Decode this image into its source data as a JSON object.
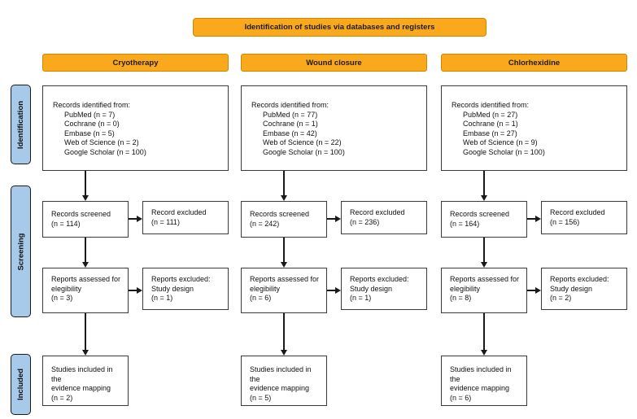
{
  "banner": "Identification of studies via databases and registers",
  "stages": [
    {
      "label": "Identification"
    },
    {
      "label": "Screening"
    },
    {
      "label": "Included"
    }
  ],
  "colors": {
    "accent-orange": "#F9A91B",
    "accent-orange-border": "#C98A00",
    "stage-blue": "#A7C9EA",
    "line-dark": "#1a1a1a"
  },
  "columns": [
    {
      "header": "Cryotherapy",
      "identified": {
        "title": "Records identified from:",
        "sources": [
          "PubMed (n = 7)",
          "Cochrane (n = 0)",
          "Embase (n = 5)",
          "Web of Science (n = 2)",
          "Google Scholar (n = 100)"
        ]
      },
      "screened": {
        "lines": [
          "Records screened",
          "(n = 114)"
        ]
      },
      "screened_excluded": {
        "lines": [
          "Record excluded",
          "(n = 111)"
        ]
      },
      "assessed": {
        "lines": [
          "Reports assessed for",
          "elegibility",
          "(n = 3)"
        ]
      },
      "assessed_excluded": {
        "lines": [
          "Reports excluded:",
          "Study design",
          "(n = 1)"
        ]
      },
      "included": {
        "lines": [
          "Studies included in the",
          "evidence mapping",
          "(n = 2)"
        ]
      }
    },
    {
      "header": "Wound closure",
      "identified": {
        "title": "Records identified from:",
        "sources": [
          "PubMed (n = 77)",
          "Cochrane (n = 1)",
          "Embase (n = 42)",
          "Web of Science (n = 22)",
          "Google Scholar (n = 100)"
        ]
      },
      "screened": {
        "lines": [
          "Records screened",
          "(n = 242)"
        ]
      },
      "screened_excluded": {
        "lines": [
          "Record excluded",
          "(n = 236)"
        ]
      },
      "assessed": {
        "lines": [
          "Reports assessed for",
          "elegibility",
          "(n = 6)"
        ]
      },
      "assessed_excluded": {
        "lines": [
          "Reports excluded:",
          "Study design",
          "(n = 1)"
        ]
      },
      "included": {
        "lines": [
          "Studies included in the",
          "evidence mapping",
          "(n = 5)"
        ]
      }
    },
    {
      "header": "Chlorhexidine",
      "identified": {
        "title": "Records identified from:",
        "sources": [
          "PubMed (n = 27)",
          "Cochrane (n = 1)",
          "Embase (n = 27)",
          "Web of Science (n = 9)",
          "Google Scholar (n = 100)"
        ]
      },
      "screened": {
        "lines": [
          "Records screened",
          "(n = 164)"
        ]
      },
      "screened_excluded": {
        "lines": [
          "Record excluded",
          "(n = 156)"
        ]
      },
      "assessed": {
        "lines": [
          "Reports assessed for",
          "elegibility",
          "(n = 8)"
        ]
      },
      "assessed_excluded": {
        "lines": [
          "Reports excluded:",
          "Study design",
          "(n = 2)"
        ]
      },
      "included": {
        "lines": [
          "Studies included in the",
          "evidence mapping",
          "(n = 6)"
        ]
      }
    }
  ]
}
